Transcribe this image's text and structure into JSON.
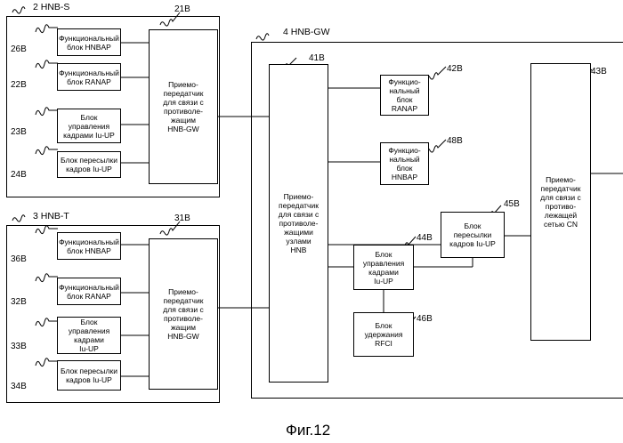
{
  "hnb_s": {
    "label": "2  HNB-S",
    "transceiver": {
      "text": "Приемо-\nпередатчик\nдля связи с\nпротиволе-\nжащим\nHNB-GW",
      "ref": "21B"
    },
    "hnbap": {
      "text": "Функциональный\nблок HNBAP",
      "ref": "26B"
    },
    "ranap": {
      "text": "Функциональный\nблок RANAP",
      "ref": "22B"
    },
    "iuup_ctrl": {
      "text": "Блок\nуправления\nкадрами Iu-UP",
      "ref": "23B"
    },
    "iuup_fwd": {
      "text": "Блок пересылки\nкадров Iu-UP",
      "ref": "24B"
    }
  },
  "hnb_t": {
    "label": "3  HNB-T",
    "transceiver": {
      "text": "Приемо-\nпередатчик\nдля связи с\nпротиволе-\nжащим\nHNB-GW",
      "ref": "31B"
    },
    "hnbap": {
      "text": "Функциональный\nблок HNBAP",
      "ref": "36B"
    },
    "ranap": {
      "text": "Функциональный\nблок RANAP",
      "ref": "32B"
    },
    "iuup_ctrl": {
      "text": "Блок\nуправления\nкадрами\nIu-UP",
      "ref": "33B"
    },
    "iuup_fwd": {
      "text": "Блок пересылки\nкадров Iu-UP",
      "ref": "34B"
    }
  },
  "hnb_gw": {
    "label": "4  HNB-GW",
    "hnb_transceiver": {
      "text": "Приемо-\nпередатчик\nдля связи с\nпротиволе-\nжащими\nузлами\nHNB",
      "ref": "41B"
    },
    "ranap": {
      "text": "Функцио-\nнальный\nблок\nRANAP",
      "ref": "42B"
    },
    "hnbap": {
      "text": "Функцио-\nнальный\nблок\nHNBAP",
      "ref": "48B"
    },
    "cn_transceiver": {
      "text": "Приемо-\nпередатчик\nдля связи с\nпротиво-\nлежащей\nсетью CN",
      "ref": "43B"
    },
    "iuup_fwd": {
      "text": "Блок\nпересылки\nкадров Iu-UP",
      "ref": "45B"
    },
    "iuup_ctrl": {
      "text": "Блок\nуправления\nкадрами\nIu-UP",
      "ref": "44B"
    },
    "rfci": {
      "text": "Блок\nудержания\nRFCI",
      "ref": "46B"
    }
  },
  "caption": "Фиг.12"
}
